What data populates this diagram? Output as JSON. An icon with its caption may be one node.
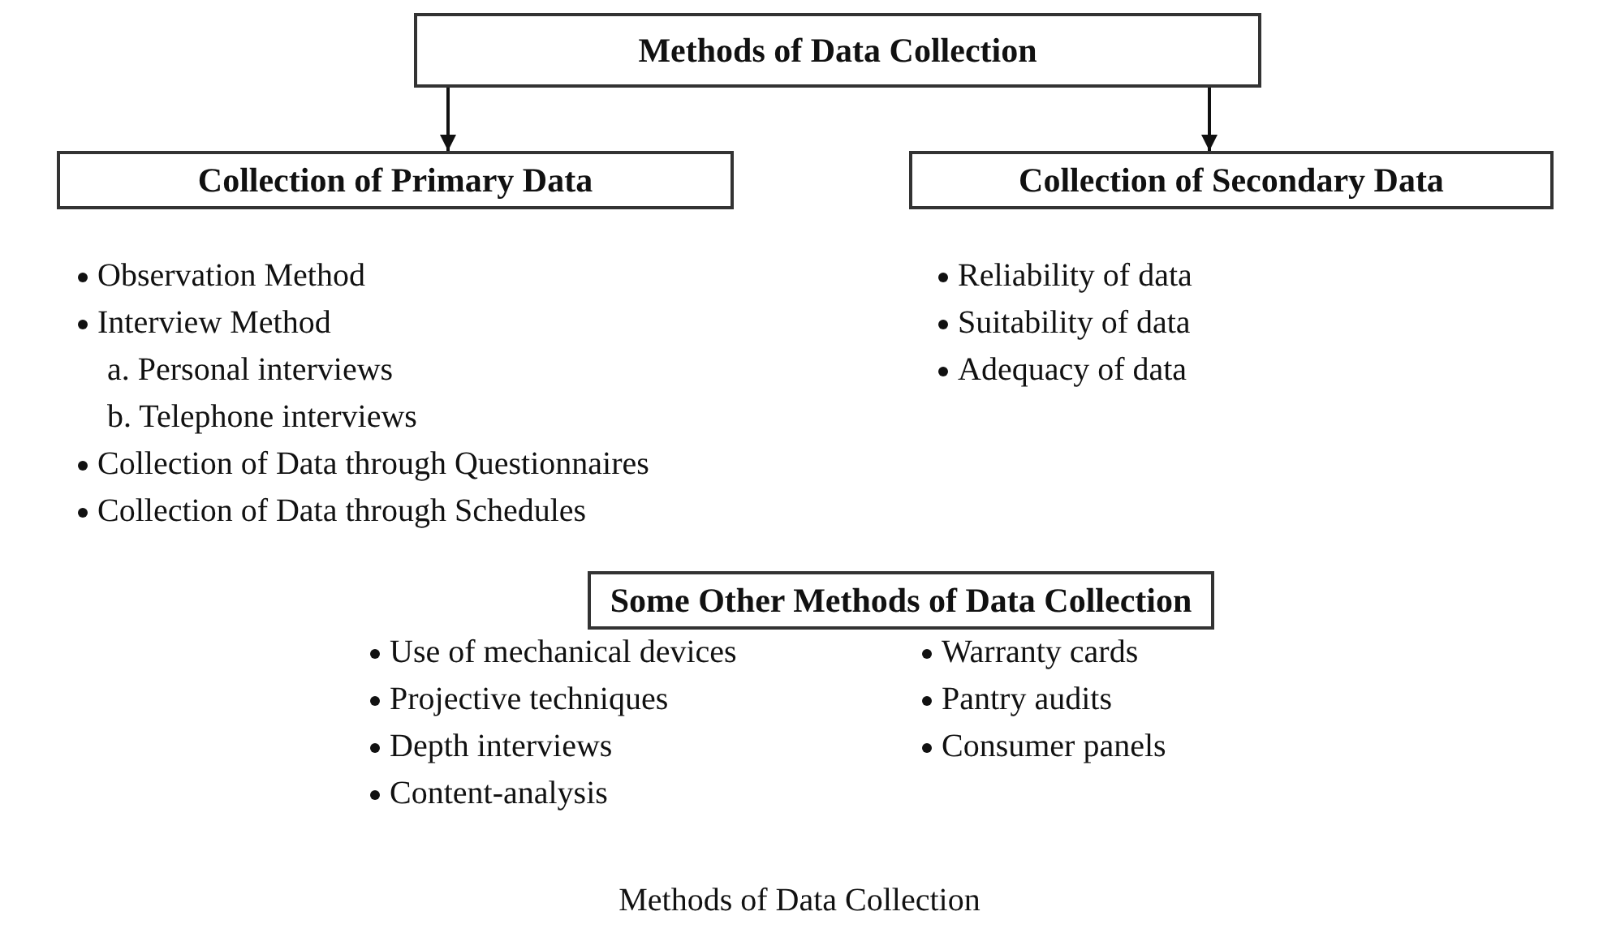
{
  "diagram": {
    "caption": "Methods of Data Collection",
    "nodes": [
      {
        "text": [
          "Methods of Data Collection"
        ]
      },
      {
        "text": [
          "Collection of Primary Data"
        ]
      },
      {
        "text": [
          "Collection of Secondary Data"
        ]
      },
      {
        "text": [
          "Some Other Methods of Data Collection"
        ]
      }
    ],
    "edges": [
      {
        "from": 0,
        "to": 1,
        "arrow": "to"
      },
      {
        "from": 0,
        "to": 2,
        "arrow": "to"
      }
    ],
    "labels": [
      "Observation Method",
      "Interview Method",
      "a. Personal interviews",
      "b. Telephone interviews",
      "Collection of Data through Questionnaires",
      "Collection of Data through Schedules",
      "Reliability of data",
      "Suitability of data",
      "Adequacy of data",
      "Use of mechanical devices",
      "Warranty cards",
      "Projective techniques",
      "Pantry audits",
      "Depth interviews",
      "Consumer panels",
      "Content-analysis"
    ]
  }
}
